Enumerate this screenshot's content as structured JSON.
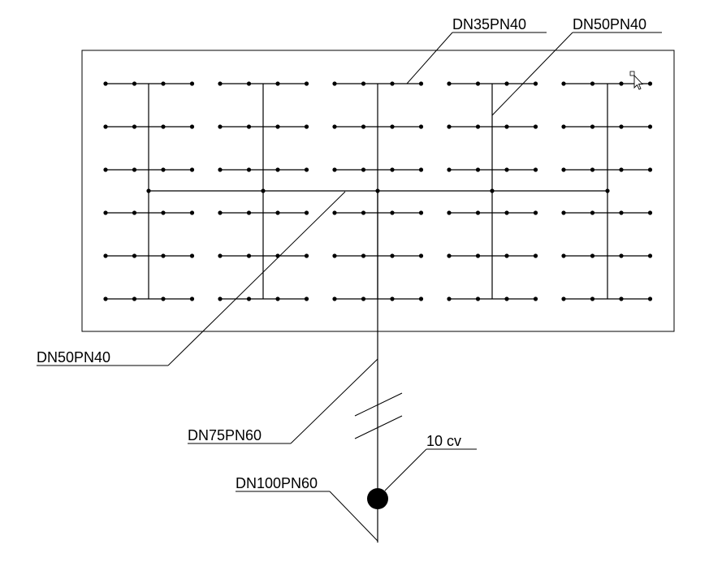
{
  "labels": {
    "lateral_pipe": "DN35PN40",
    "submain_pipe": "DN50PN40",
    "main_header_pipe": "DN50PN40",
    "supply_pipe": "DN75PN60",
    "mainline_pipe": "DN100PN60",
    "pump_power": "10 cv"
  },
  "grid": {
    "blocks": 5,
    "rows": 6,
    "sprinklers_per_row": 4
  },
  "icons": {
    "cursor": "arrow-cursor-icon",
    "pump": "pump-icon",
    "break": "pipe-break-icon"
  },
  "colors": {
    "stroke": "#000000",
    "background": "#ffffff"
  }
}
